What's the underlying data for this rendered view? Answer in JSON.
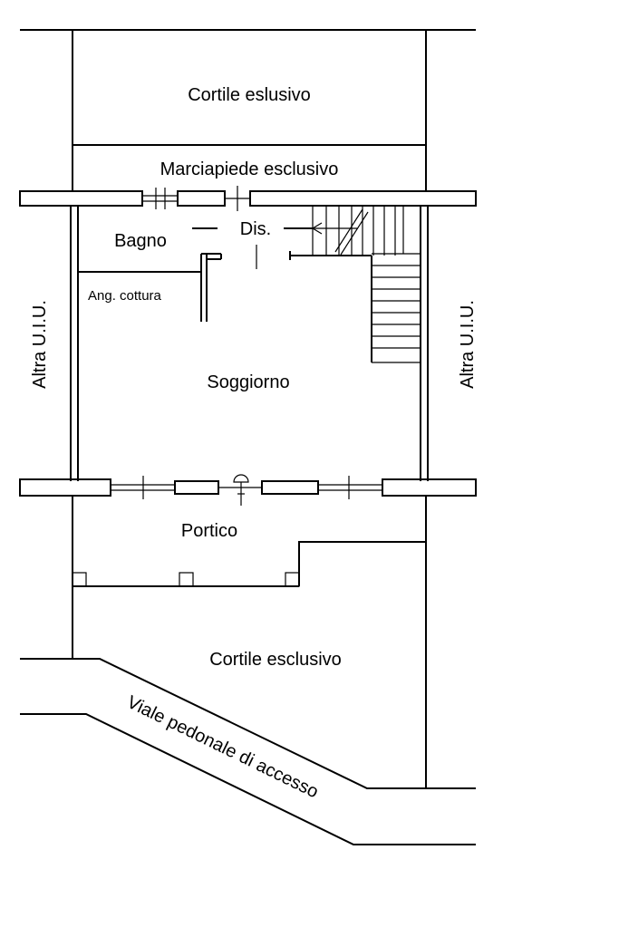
{
  "labels": {
    "cortile_top": "Cortile eslusivo",
    "marciapiede": "Marciapiede esclusivo",
    "bagno": "Bagno",
    "dis": "Dis.",
    "ang_cottura": "Ang. cottura",
    "soggiorno": "Soggiorno",
    "altra_left": "Altra U.I.U.",
    "altra_right": "Altra U.I.U.",
    "portico": "Portico",
    "cortile_bottom": "Cortile esclusivo",
    "viale": "Viale pedonale di accesso"
  },
  "colors": {
    "ink": "#000000",
    "paper": "#ffffff"
  }
}
